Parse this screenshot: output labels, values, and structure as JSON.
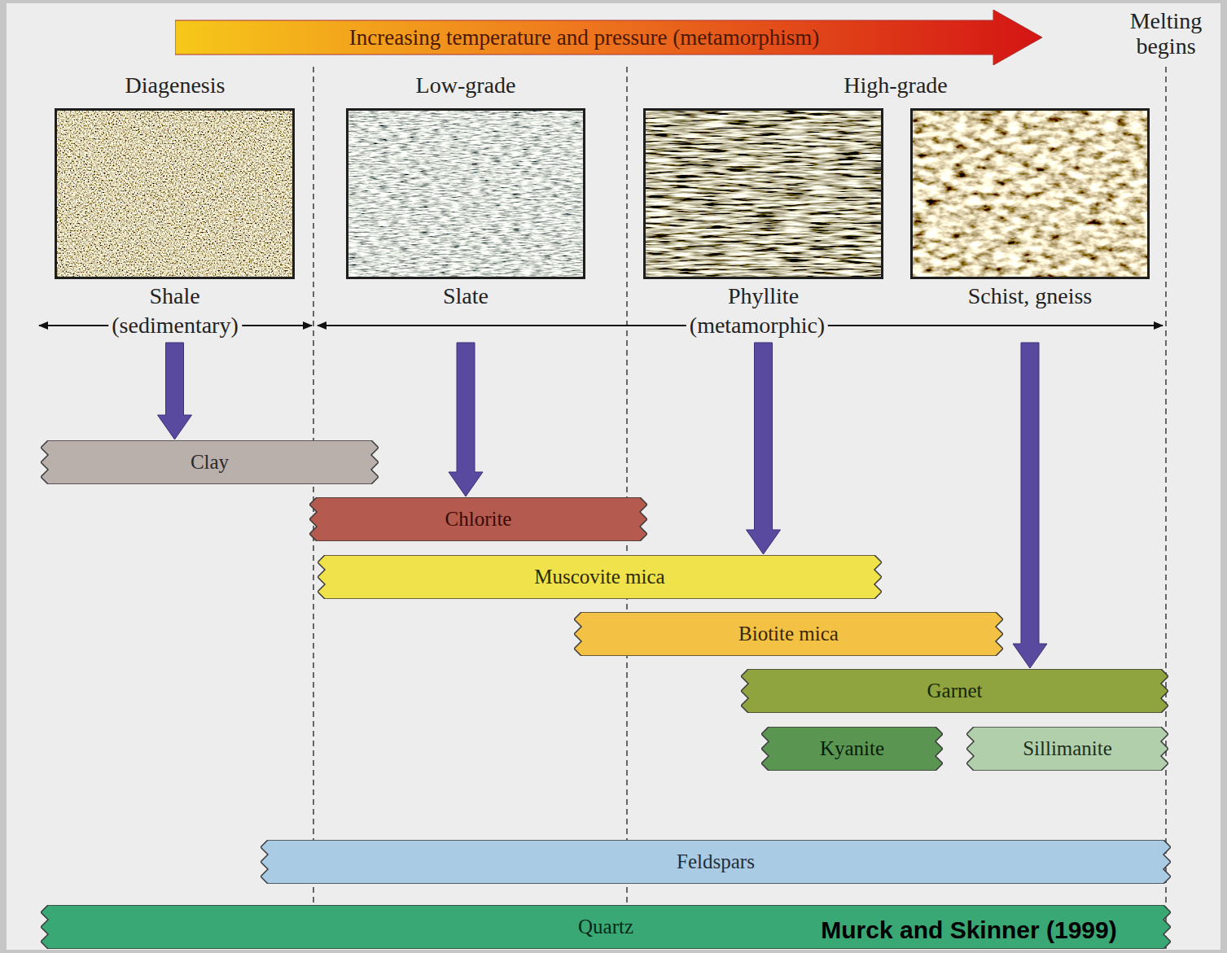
{
  "diagram": {
    "nodes": [
      {
        "text": [
          "Increasing temperature and pressure (metamorphism)"
        ]
      },
      {
        "text": [
          "Shale"
        ]
      },
      {
        "text": [
          "Slate"
        ]
      },
      {
        "text": [
          "Phyllite"
        ]
      },
      {
        "text": [
          "Schist, gneiss"
        ]
      },
      {
        "text": [
          "Clay"
        ]
      },
      {
        "text": [
          "Chlorite"
        ]
      },
      {
        "text": [
          "Muscovite mica"
        ]
      },
      {
        "text": [
          "Biotite mica"
        ]
      },
      {
        "text": [
          "Garnet"
        ]
      },
      {
        "text": [
          "Kyanite"
        ]
      },
      {
        "text": [
          "Sillimanite"
        ]
      },
      {
        "text": [
          "Feldspars"
        ]
      },
      {
        "text": [
          "Quartz"
        ]
      }
    ],
    "edges": [
      {
        "from": 1,
        "to": 5,
        "arrow": "to"
      },
      {
        "from": 2,
        "to": 6,
        "arrow": "to"
      },
      {
        "from": 3,
        "to": 7,
        "arrow": "to"
      },
      {
        "from": 4,
        "to": 9,
        "arrow": "to"
      }
    ],
    "labels": [
      "Melting begins",
      "Diagenesis",
      "Low-grade",
      "High-grade",
      "(sedimentary)",
      "(metamorphic)",
      "Murck and Skinner (1999)"
    ]
  }
}
